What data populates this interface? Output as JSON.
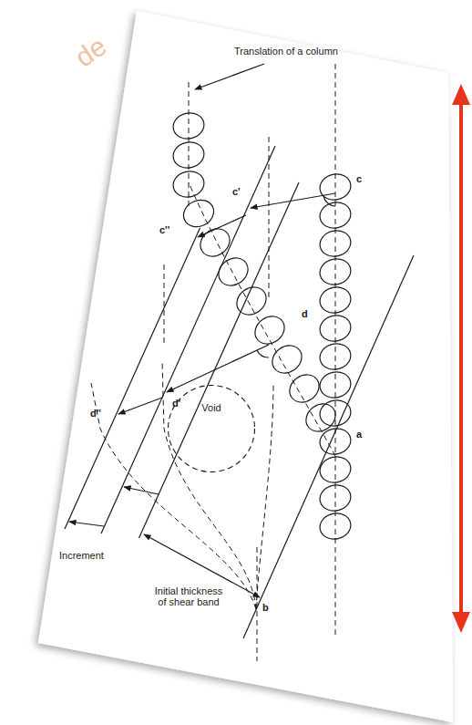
{
  "diagram": {
    "nodes": [
      {
        "text": [
          "Void"
        ]
      }
    ],
    "labels": [
      "Translation of a column",
      "c",
      "c'",
      "c''",
      "d",
      "d'",
      "d''",
      "a",
      "b",
      "Increment",
      "Initial thickness of shear band",
      "de"
    ]
  }
}
